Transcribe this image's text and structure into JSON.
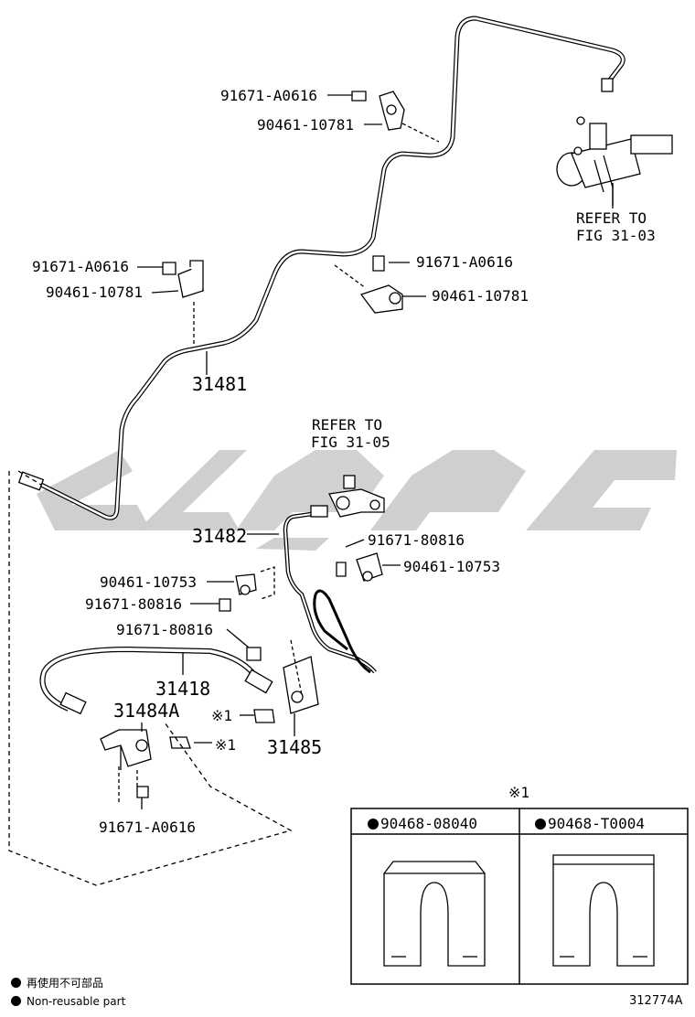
{
  "labels": {
    "p91671_a0616_top": "91671-A0616",
    "p90461_10781_top": "90461-10781",
    "p91671_a0616_left": "91671-A0616",
    "p90461_10781_left": "90461-10781",
    "p91671_a0616_mid": "91671-A0616",
    "p90461_10781_mid": "90461-10781",
    "p31481": "31481",
    "refer_31_03_a": "REFER TO",
    "refer_31_03_b": "FIG 31-03",
    "refer_31_05_a": "REFER TO",
    "refer_31_05_b": "FIG 31-05",
    "p31482": "31482",
    "p91671_80816_r": "91671-80816",
    "p90461_10753_r": "90461-10753",
    "p90461_10753_l": "90461-10753",
    "p91671_80816_l": "91671-80816",
    "p91671_80816_l2": "91671-80816",
    "p31418": "31418",
    "p31484a": "31484A",
    "note1_a": "※1",
    "note1_b": "※1",
    "p31485": "31485",
    "p91671_a0616_bottom": "91671-A0616",
    "note_box": "※1"
  },
  "box": {
    "left_part": "90468-08040",
    "right_part": "90468-T0004"
  },
  "legend": {
    "line1": "再使用不可部品",
    "line2": "Non-reusable part"
  },
  "figure_code": "312774A",
  "colors": {
    "line": "#000000",
    "watermark": "#cfcfcf",
    "background": "#ffffff"
  }
}
